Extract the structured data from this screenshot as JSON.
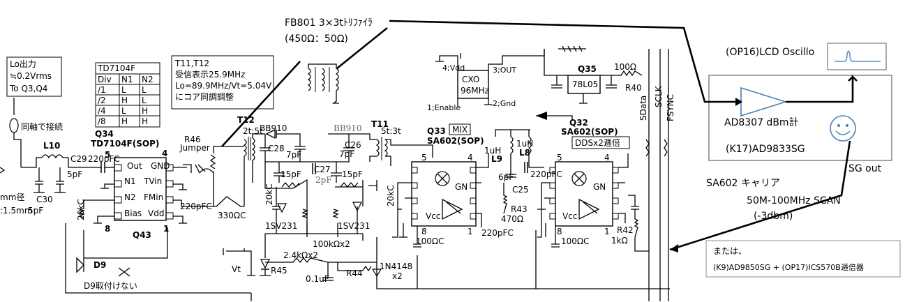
{
  "annotations": {
    "fb801_title": "FB801 3×3tﾄﾘﾌｧｲﾗ",
    "fb801_sub": "(450Ω：50Ω)",
    "lcd_osc": "(OP16)LCD Oscillo",
    "ad8307": "AD8307 dBm計",
    "ad9833": "(K17)AD9833SG",
    "sg_out": "SG out",
    "sa602_carrier": "SA602 キャリア",
    "scan": "50M-100MHz SCAN",
    "scan_level": "(-3dbm)",
    "alt_line1": "または、",
    "alt_line2": "(K9)AD9850SG + (OP17)ICS570B逓倍器",
    "lo_line1": "Lo出力",
    "lo_line2": "≒0.2Vrms",
    "lo_line3": "To Q3,Q4",
    "coax": "同軸で接続",
    "t11_line1": "T11,T12",
    "t11_line2": "受信表示25.9MHz",
    "t11_line3": "Lo=89.9MHz/Vt=5.04V",
    "t11_line4": "にコア同調調整",
    "d9_note": "D9取付けない",
    "dia_line1": "mm径",
    "dia_line2": ":1.5mm"
  },
  "divider_table": {
    "title": "TD7104F",
    "headers": [
      "Div",
      "N1",
      "N2"
    ],
    "rows": [
      [
        "/1",
        "L",
        "L"
      ],
      [
        "/2",
        "H",
        "L"
      ],
      [
        "/4",
        "L",
        "H"
      ],
      [
        "/8",
        "H",
        "H"
      ]
    ]
  },
  "components": {
    "q34": "Q34",
    "q34_part": "TD7104F(SOP)",
    "pin_out": "Out",
    "pin_gnd": "GND",
    "pin_n1": "N1",
    "pin_tvin": "TVin",
    "pin_n2": "N2",
    "pin_fmin": "FMin",
    "pin_bias": "Bias",
    "pin_vdd": "Vdd",
    "pin5": "5",
    "pin4": "4",
    "pin8": "8",
    "pin1": "1",
    "q43": "Q43",
    "l10": "L10",
    "c29": "C29",
    "c29_val": "220pFC",
    "c30": "C30",
    "c30_val": "5pF",
    "c29_5pf": "5pF",
    "c30_5pf": "5pF",
    "r46": "R46",
    "jumper": "Jumper",
    "c_220": "220pFC",
    "r_330": "330ΩC",
    "r_20kc_left": "20kC",
    "d9": "D9",
    "t12": "T12",
    "t12_ratio": "2t:5t",
    "bb910_a": "BB910",
    "bb910_b": "BB910",
    "c28": "C28",
    "c28_val": "7pF",
    "c_15pf_a": "15pF",
    "c27": "C27",
    "c27_val": "2pF",
    "c_7pf_b": "7pF",
    "c26": "C26",
    "c_15pf_b": "15pF",
    "r_20kc_a": "20kC",
    "r_20kc_b": "20kC",
    "d_1sv231_a": "1SV231",
    "d_1sv231_b": "1SV231",
    "r_100k": "100kΩx2",
    "r_24k": "2.4kΩx2",
    "vt": "Vt",
    "r45": "R45",
    "c_01uf": "0.1uF",
    "r44": "R44",
    "d_1n4148": "1N4148",
    "d_x2": "x2",
    "t11": "T11",
    "t11_ratio": "5t:3t",
    "q33": "Q33",
    "mix": "MIX",
    "q33_part": "SA602(SOP)",
    "cxo": "CXO",
    "cxo_freq": "96MHz",
    "cxo_vdd": "4;Vdd",
    "cxo_out": "3;OUT",
    "cxo_en": "1;Enable",
    "cxo_gnd": "2;Gnd",
    "q35": "Q35",
    "q35_part": "78L05",
    "r40": "R40",
    "r40_val": "100Ω",
    "q32": "Q32",
    "q32_part": "SA602(SOP)",
    "dds_note": "DDSx2逓倍",
    "l9": "L9",
    "l9_val": "1uH",
    "l8": "L8",
    "l8_val": "1uH",
    "c_6pf": "6pF",
    "c25": "C25",
    "c25_val": "220pFC",
    "r43": "R43",
    "r43_val": "470Ω",
    "c_220_q33": "220pFC",
    "gn_a": "GN",
    "gn_b": "GN",
    "vcc_a": "Vcc",
    "vcc_b": "Vcc",
    "r_100c_a": "100ΩC",
    "r_100c_b": "100ΩC",
    "r42": "R42",
    "r42_val": "1kΩ",
    "q33_p5": "5",
    "q33_p4": "4",
    "q33_p8": "8",
    "q33_p1": "1",
    "q32_p5": "5",
    "q32_p4": "4",
    "q32_p8": "8",
    "q32_p1": "1",
    "sdata": "SData",
    "sclk": "SCLK",
    "fsync": "FSYNC"
  },
  "colors": {
    "wire": "#000000",
    "box_border": "#8c8c8c",
    "scope_trace": "#5b8fc9",
    "gray_text": "#666666"
  }
}
